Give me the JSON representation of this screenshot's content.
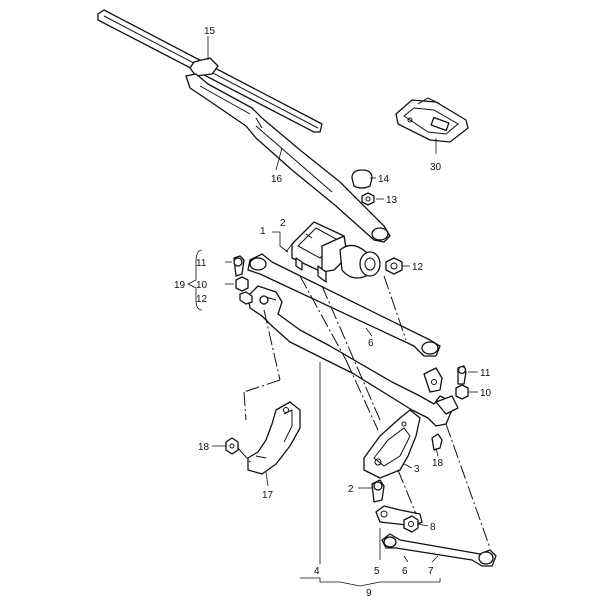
{
  "callouts": {
    "c1": "1",
    "c2a": "2",
    "c2b": "2",
    "c3": "3",
    "c4": "4",
    "c5": "5",
    "c6a": "6",
    "c6b": "6",
    "c7": "7",
    "c8": "8",
    "c9": "9",
    "c10a": "10",
    "c10b": "10",
    "c11a": "11",
    "c11b": "11",
    "c12a": "12",
    "c12b": "12",
    "c13": "13",
    "c14": "14",
    "c15": "15",
    "c16": "16",
    "c17": "17",
    "c18a": "18",
    "c18b": "18",
    "c19": "19",
    "c30": "30"
  }
}
